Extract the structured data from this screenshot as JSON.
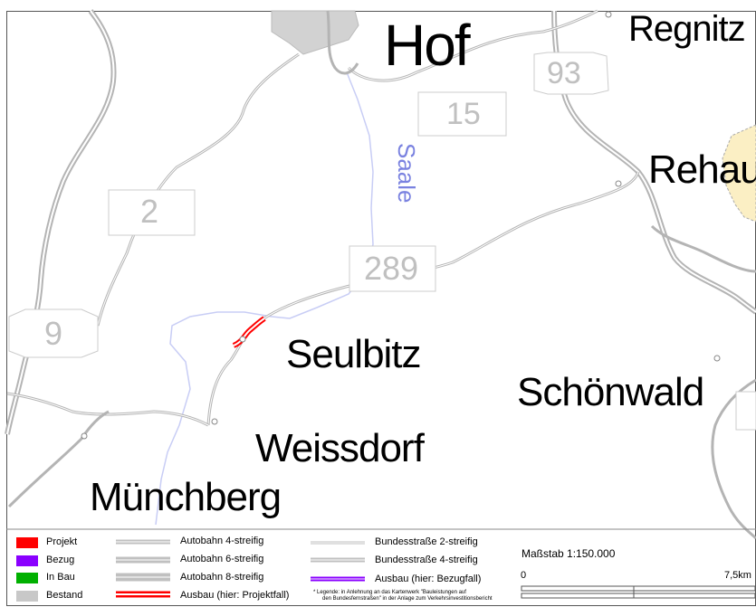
{
  "map": {
    "places": {
      "hof": "Hof",
      "regnitz": "Regnitz",
      "rehau": "Rehau",
      "seulbitz": "Seulbitz",
      "schoenwald": "Schönwald",
      "weissdorf": "Weissdorf",
      "muenchberg": "Münchberg"
    },
    "river": "Saale",
    "road_shields": [
      "93",
      "15",
      "2",
      "289",
      "9"
    ]
  },
  "legend": {
    "status": [
      {
        "label": "Projekt",
        "color": "#ff0000"
      },
      {
        "label": "Bezug",
        "color": "#8a00ff"
      },
      {
        "label": "In Bau",
        "color": "#00b000"
      },
      {
        "label": "Bestand",
        "color": "#c8c8c8"
      }
    ],
    "autobahn": [
      "Autobahn 4-streifig",
      "Autobahn 6-streifig",
      "Autobahn 8-streifig",
      "Ausbau (hier: Projektfall)"
    ],
    "bundesstrasse": [
      "Bundesstraße 2-streifig",
      "Bundesstraße 4-streifig",
      "Ausbau (hier: Bezugfall)"
    ],
    "footnote_line1": "* Legende: in Anlehnung an das Kartenwerk \"Bauleistungen auf",
    "footnote_line2": "den Bundesfernstraßen\" in der Anlage zum Verkehrsinvestitionsbericht",
    "scale_title": "Maßstab 1:150.000",
    "scale_start": "0",
    "scale_end": "7,5km"
  }
}
